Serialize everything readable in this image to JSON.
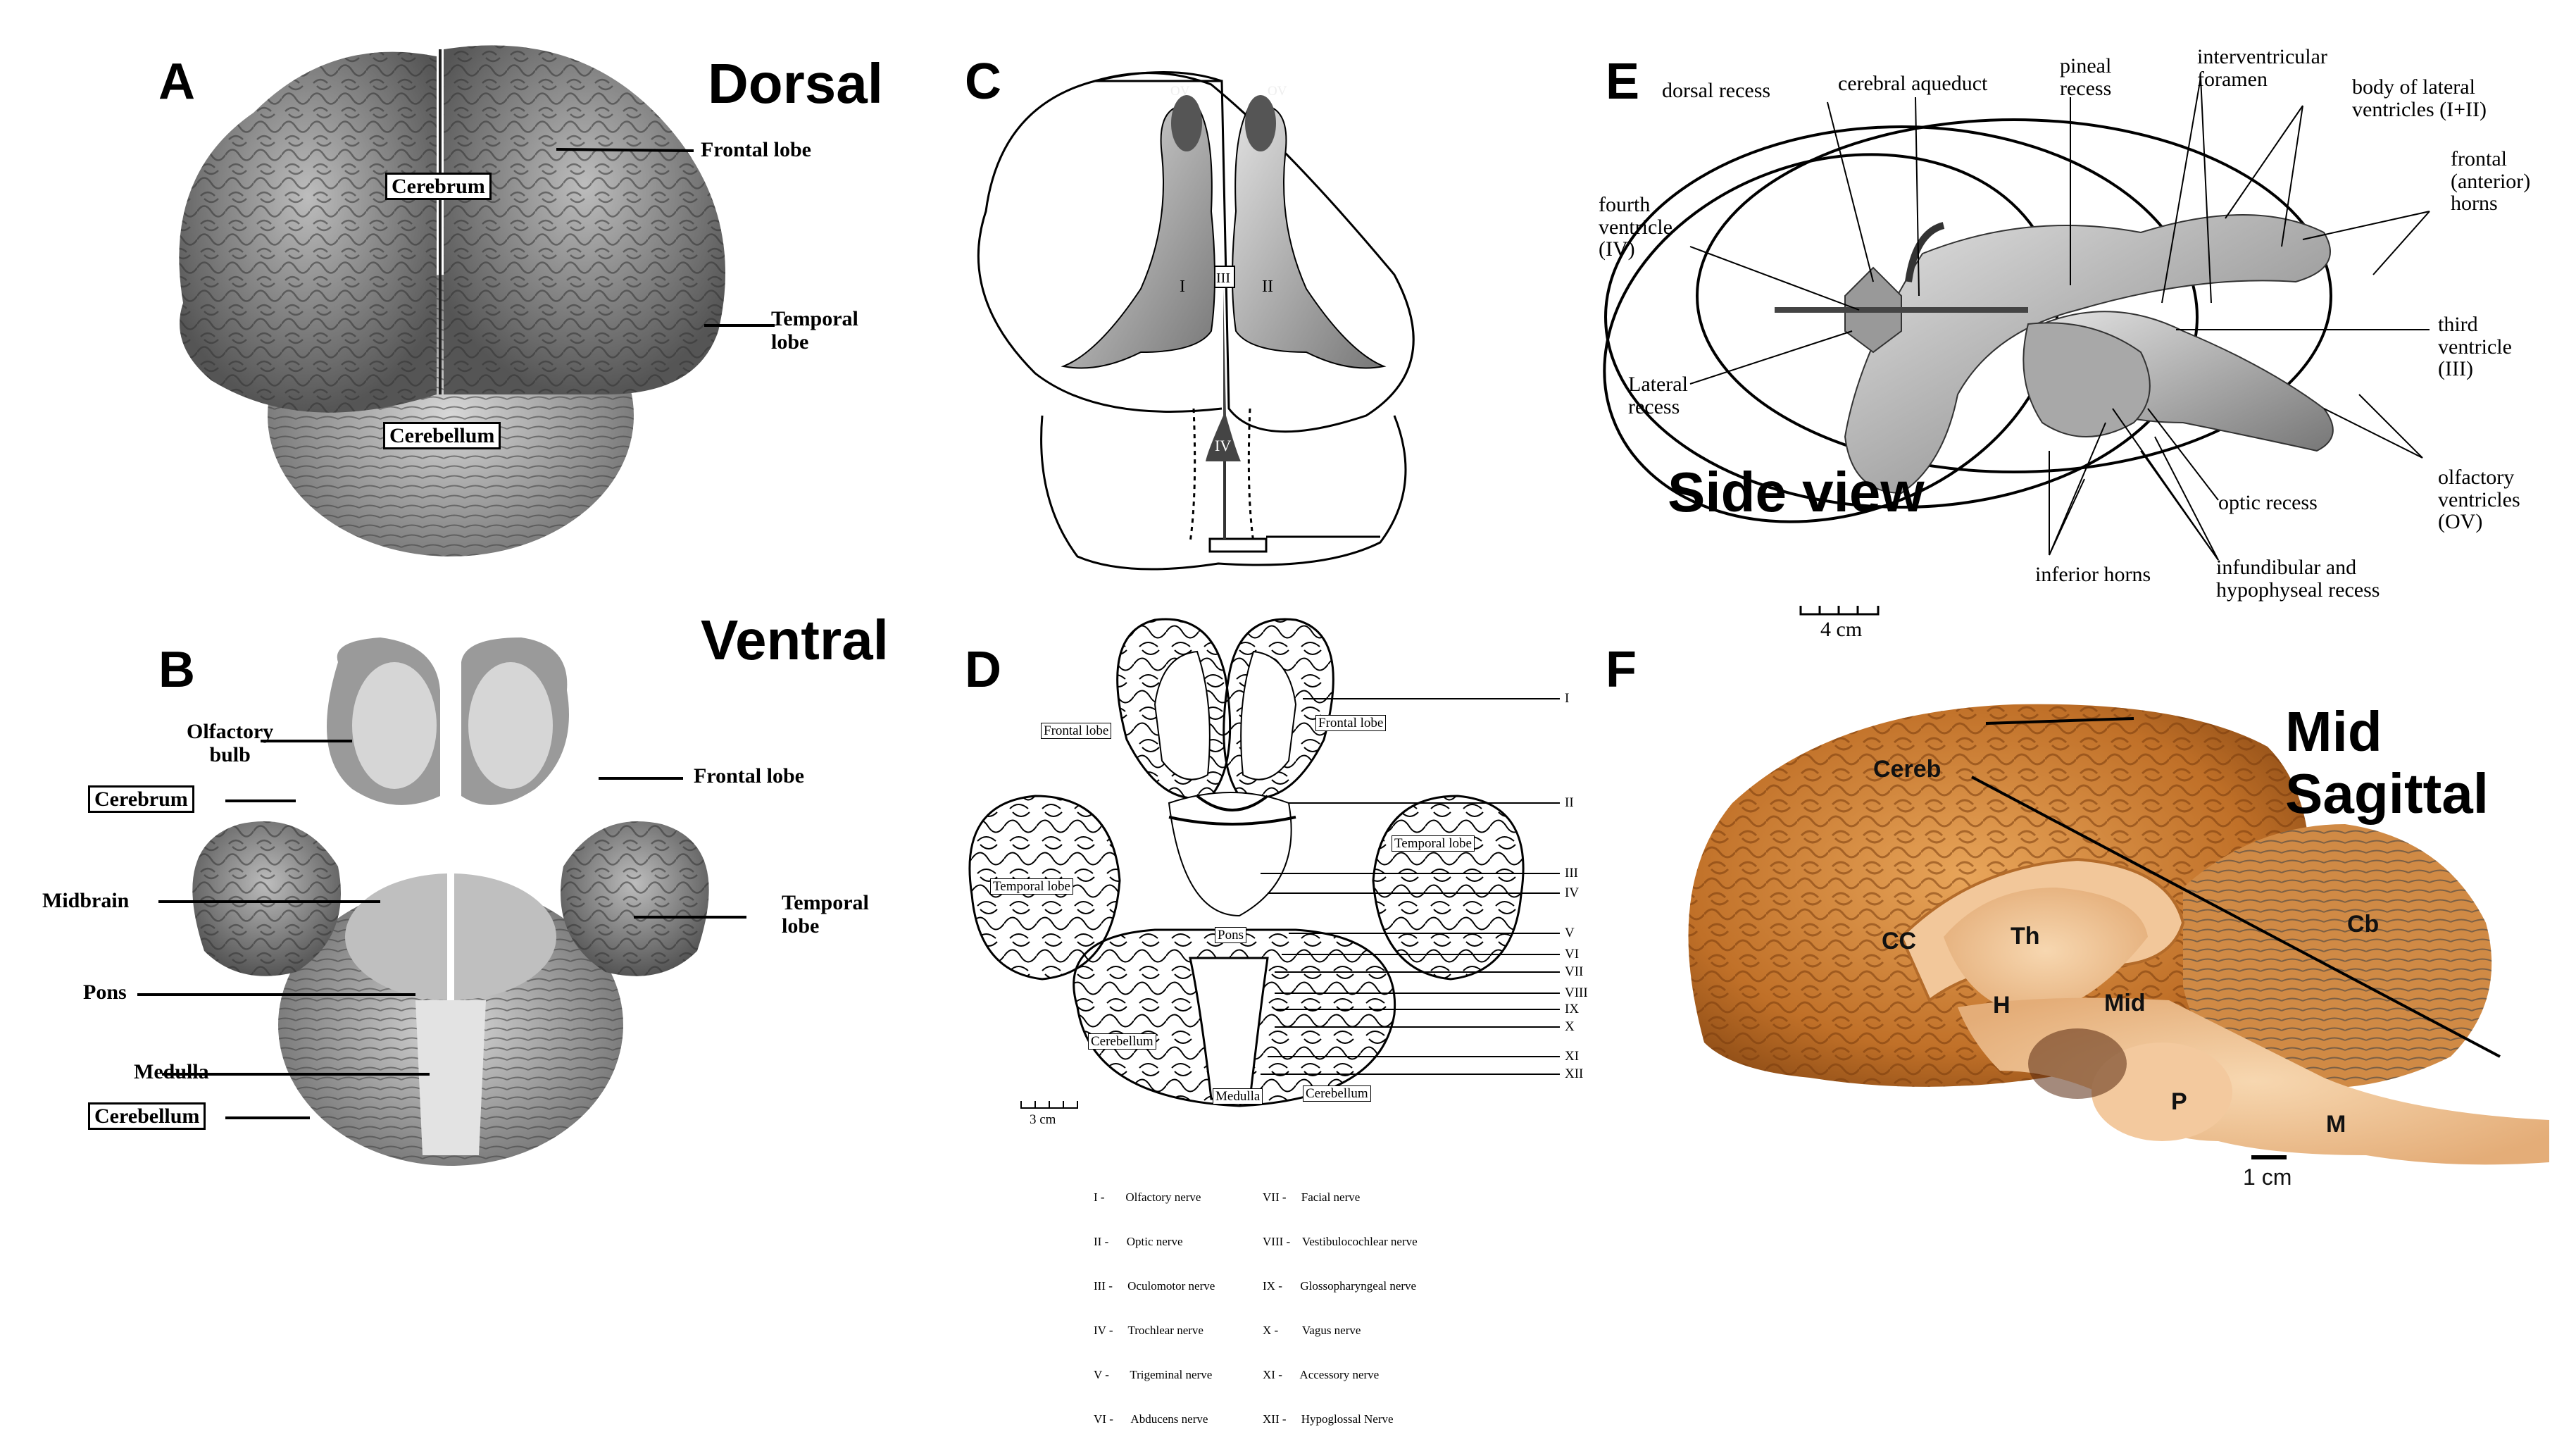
{
  "panels": {
    "A": {
      "letter": "A",
      "view": "Dorsal",
      "labels": {
        "cerebrum": "Cerebrum",
        "frontal": "Frontal lobe",
        "temporal": "Temporal\nlobe",
        "cerebellum": "Cerebellum"
      }
    },
    "B": {
      "letter": "B",
      "view": "Ventral",
      "labels": {
        "olfactory": "Olfactory\nbulb",
        "cerebrum": "Cerebrum",
        "frontal": "Frontal lobe",
        "midbrain": "Midbrain",
        "temporal": "Temporal\nlobe",
        "pons": "Pons",
        "medulla": "Medulla",
        "cerebellum": "Cerebellum"
      }
    },
    "C": {
      "letter": "C",
      "labels": {
        "ov_left": "OV",
        "ov_right": "OV",
        "v1": "I",
        "v2": "II",
        "v3": "III",
        "v4": "IV"
      }
    },
    "D": {
      "letter": "D",
      "labels": {
        "frontal_left": "Frontal lobe",
        "frontal_right": "Frontal lobe",
        "temporal_left": "Temporal lobe",
        "temporal_right": "Temporal lobe",
        "pons": "Pons",
        "cerebellum_left": "Cerebellum",
        "cerebellum_right": "Cerebellum",
        "medulla": "Medulla",
        "scale": "3 cm"
      },
      "nerves": [
        "I",
        "II",
        "III",
        "IV",
        "V",
        "VI",
        "VII",
        "VIII",
        "IX",
        "X",
        "XI",
        "XII"
      ],
      "legend_left": [
        "I -       Olfactory nerve",
        "II -      Optic nerve",
        "III -     Oculomotor nerve",
        "IV -     Trochlear nerve",
        "V -       Trigeminal nerve",
        "VI -      Abducens nerve"
      ],
      "legend_right": [
        "VII -     Facial nerve",
        "VIII -    Vestibulocochlear nerve",
        "IX -      Glossopharyngeal nerve",
        "X -        Vagus nerve",
        "XI -      Accessory nerve",
        "XII -     Hypoglossal Nerve"
      ]
    },
    "E": {
      "letter": "E",
      "view": "Side view",
      "labels": {
        "dorsal_recess": "dorsal recess",
        "aqueduct": "cerebral aqueduct",
        "pineal": "pineal\nrecess",
        "interventricular": "interventricular\nforamen",
        "lateral_body": "body of lateral\nventricles (I+II)",
        "frontal_horns": "frontal\n(anterior)\nhorns",
        "fourth": "fourth\nventricle\n(IV)",
        "third": "third\nventricle\n(III)",
        "lateral_recess": "Lateral\nrecess",
        "olfactory_v": "olfactory\nventricles\n(OV)",
        "optic": "optic recess",
        "inferior": "inferior horns",
        "infundibular": "infundibular and\nhypophyseal recess",
        "scale": "4 cm"
      }
    },
    "F": {
      "letter": "F",
      "view": "Mid\nSagittal",
      "labels": {
        "cereb": "Cereb",
        "cc": "CC",
        "th": "Th",
        "h": "H",
        "mid": "Mid",
        "cb": "Cb",
        "p": "P",
        "m": "M",
        "scale": "1 cm"
      }
    }
  }
}
